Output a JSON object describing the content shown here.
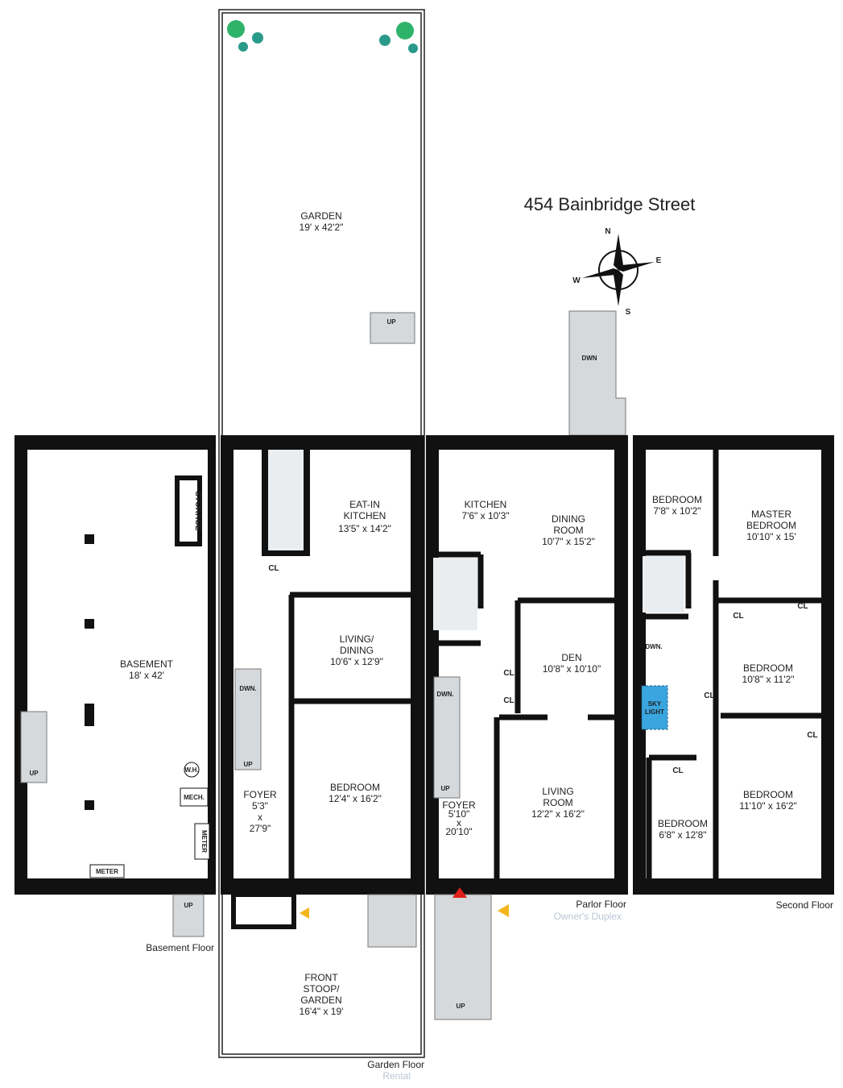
{
  "title": "454 Bainbridge Street",
  "compass": {
    "n": "N",
    "e": "E",
    "s": "S",
    "w": "W"
  },
  "colors": {
    "wall": "#111111",
    "stair": "#d5d9dc",
    "skylight": "#3aa6e0",
    "entry_marker_red": "#e0201c",
    "entry_marker_yellow": "#f2b51c",
    "plant": "#2fb36a",
    "subtitle": "#b9c6d3"
  },
  "floors": {
    "basement": {
      "label": "Basement Floor"
    },
    "garden": {
      "label": "Garden Floor",
      "sublabel": "Rental"
    },
    "parlor": {
      "label": "Parlor Floor",
      "sublabel": "Owner's Duplex"
    },
    "second": {
      "label": "Second Floor"
    }
  },
  "rooms": {
    "garden": {
      "name": "GARDEN",
      "size": "19' x 42'2\""
    },
    "basement": {
      "name": "BASEMENT",
      "size": "18' x 42'"
    },
    "storage": {
      "name": "STORAGE"
    },
    "wh": {
      "name": "W.H."
    },
    "mech": {
      "name": "MECH."
    },
    "meter1": {
      "name": "METER"
    },
    "meter2": {
      "name": "METER"
    },
    "eatin": {
      "name1": "EAT-IN",
      "name2": "KITCHEN",
      "size": "13'5\" x 14'2\""
    },
    "living_dining": {
      "name1": "LIVING/",
      "name2": "DINING",
      "size": "10'6\" x 12'9\""
    },
    "g_bedroom": {
      "name": "BEDROOM",
      "size": "12'4\" x 16'2\""
    },
    "g_foyer": {
      "name": "FOYER",
      "size1": "5'3\"",
      "size2": "x",
      "size3": "27'9\""
    },
    "front_stoop": {
      "name1": "FRONT",
      "name2": "STOOP/",
      "name3": "GARDEN",
      "size": "16'4\" x 19'"
    },
    "kitchen": {
      "name": "KITCHEN",
      "size": "7'6\" x 10'3\""
    },
    "dining": {
      "name1": "DINING",
      "name2": "ROOM",
      "size": "10'7\" x 15'2\""
    },
    "den": {
      "name": "DEN",
      "size": "10'8\" x 10'10\""
    },
    "living": {
      "name1": "LIVING",
      "name2": "ROOM",
      "size": "12'2\" x 16'2\""
    },
    "p_foyer": {
      "name": "FOYER",
      "size1": "5'10\"",
      "size2": "x",
      "size3": "20'10\""
    },
    "bed_a": {
      "name": "BEDROOM",
      "size": "7'8\" x 10'2\""
    },
    "master": {
      "name1": "MASTER",
      "name2": "BEDROOM",
      "size": "10'10\" x 15'"
    },
    "bed_b": {
      "name": "BEDROOM",
      "size": "10'8\" x 11'2\""
    },
    "bed_c": {
      "name": "BEDROOM",
      "size": "11'10\" x 16'2\""
    },
    "bed_d": {
      "name": "BEDROOM",
      "size": "6'8\" x 12'8\""
    },
    "skylight": {
      "l1": "SKY",
      "l2": "LIGHT"
    }
  },
  "marks": {
    "cl": "CL",
    "up": "UP",
    "dwn": "DWN.",
    "dwn2": "DWN"
  }
}
